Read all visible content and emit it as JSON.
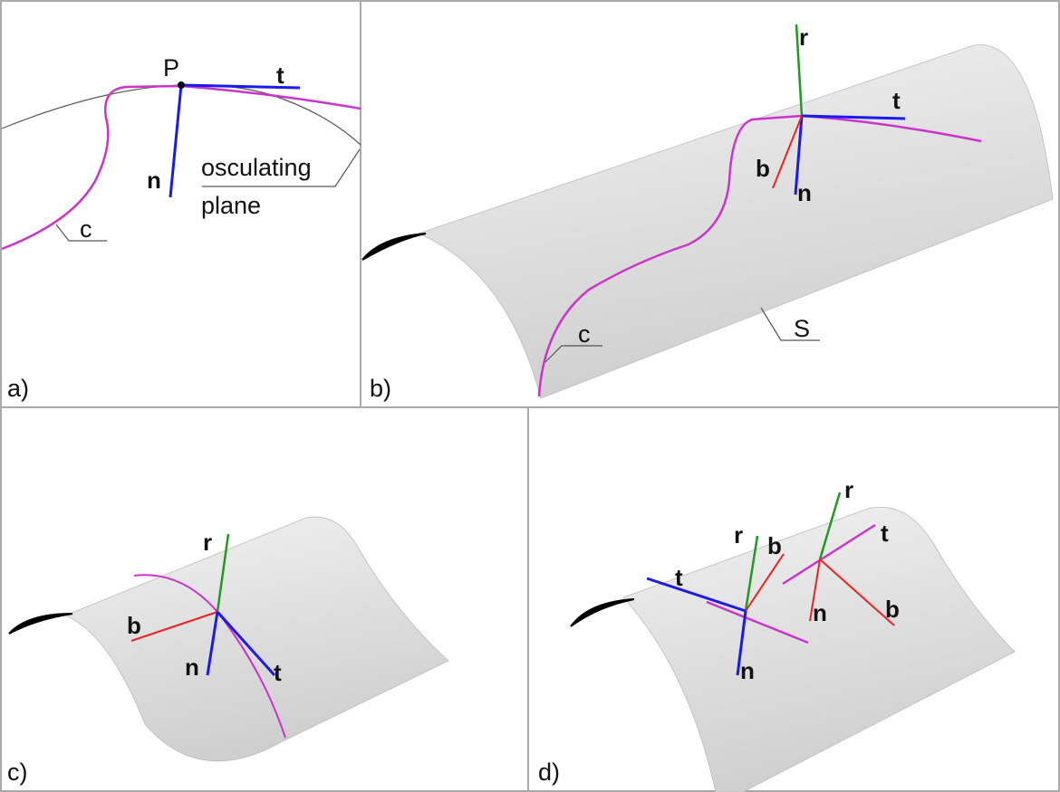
{
  "colors": {
    "curve": "#cc33cc",
    "tangent": "#1a1aee",
    "normal": "#1a1aee",
    "binormal": "#ee2222",
    "ray": "#229922",
    "surface": "#dcdcdc",
    "frame": "#aaaaaa"
  },
  "panel_a": {
    "tag": "a)",
    "point": "P",
    "t": "t",
    "n": "n",
    "curve": "c",
    "plane_line1": "osculating",
    "plane_line2": "plane"
  },
  "panel_b": {
    "tag": "b)",
    "r": "r",
    "t": "t",
    "b": "b",
    "n": "n",
    "curve": "c",
    "surface": "S"
  },
  "panel_c": {
    "tag": "c)",
    "r": "r",
    "b": "b",
    "n": "n",
    "t": "t"
  },
  "panel_d": {
    "tag": "d)",
    "r1": "r",
    "b1": "b",
    "t1": "t",
    "n1": "n",
    "r2": "r",
    "t2": "t",
    "n2": "n",
    "b2": "b"
  }
}
